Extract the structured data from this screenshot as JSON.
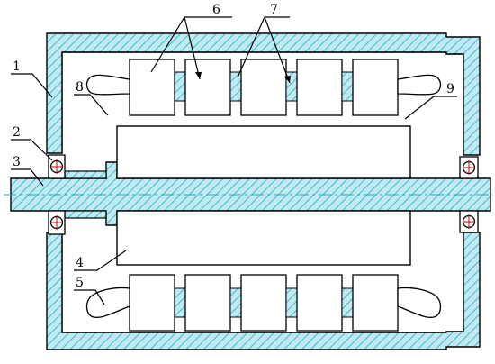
{
  "labels": {
    "housing": "1",
    "bearing": "2",
    "shaft": "3",
    "rotor": "4",
    "winding_end_bottom": "5",
    "stator_core": "6",
    "cooling_insert": "7",
    "winding_end_top_left": "8",
    "winding_end_top_right": "9"
  },
  "colors": {
    "hatch_fill": "#bfeaf2",
    "hatch_line": "#2aaabf",
    "outline": "#000000",
    "bearing_cross": "#cc0000",
    "background": "#ffffff"
  }
}
